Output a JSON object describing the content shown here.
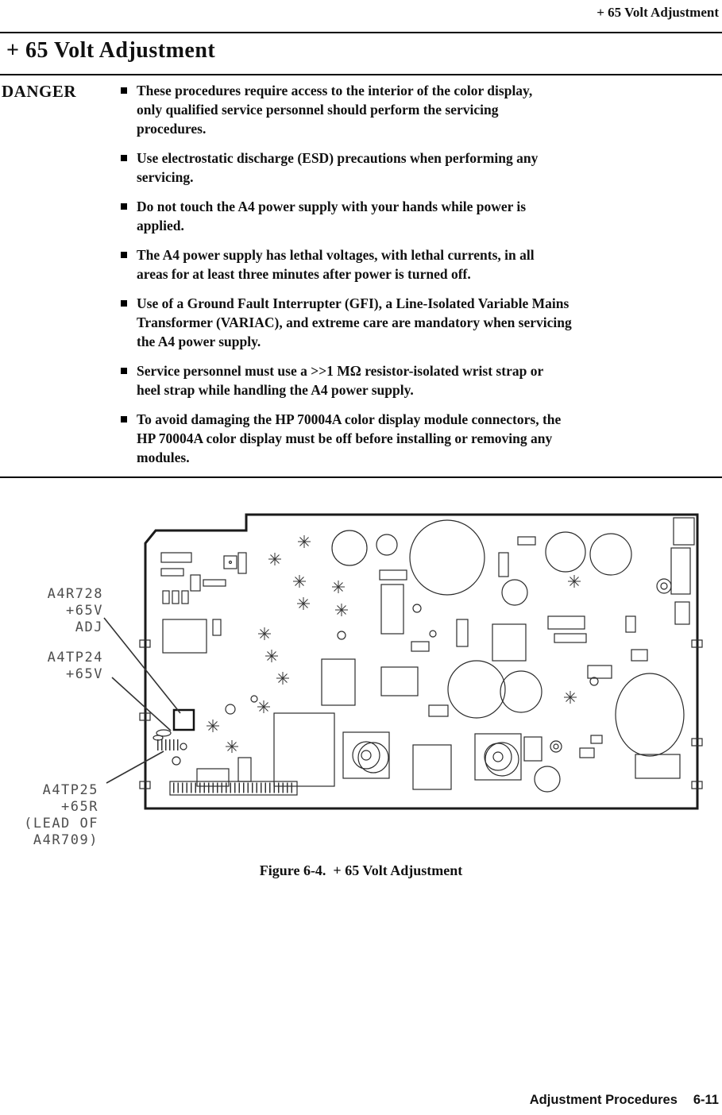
{
  "header": {
    "title": "+ 65 Volt Adjustment"
  },
  "title": "+ 65 Volt Adjustment",
  "danger": {
    "label": "DANGER",
    "items": [
      "These procedures require access to the interior of the color display,\nonly qualified service personnel should perform the servicing\nprocedures.",
      "Use electrostatic discharge (ESD) precautions when performing any\nservicing.",
      "Do not touch the A4 power supply with your hands while power is\napplied.",
      "The A4 power supply has lethal voltages, with lethal currents, in all\nareas for at least three minutes after power is turned off.",
      "Use of a Ground Fault Interrupter (GFI), a Line-Isolated Variable Mains\nTransformer (VARIAC), and extreme care are mandatory when servicing\nthe A4 power supply.",
      "Service personnel must use a >>1 MΩ resistor-isolated wrist strap or\nheel strap while handling the A4 power supply.",
      "To avoid damaging the HP 70004A color display module connectors, the\nHP 70004A color display must be off before installing or removing any\nmodules."
    ]
  },
  "figure": {
    "label_r728": "A4R728\n+65V\nADJ",
    "label_tp24": "A4TP24\n+65V",
    "label_tp25": "A4TP25\n+65R\n(LEAD OF\nA4R709)",
    "caption": "Figure 6-4.  + 65 Volt Adjustment"
  },
  "footer": {
    "section": "Adjustment Procedures",
    "page": "6-11"
  }
}
